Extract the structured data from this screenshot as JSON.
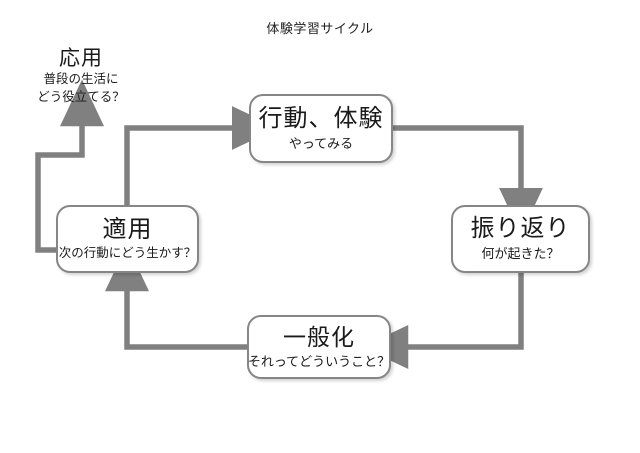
{
  "diagram": {
    "title": "体験学習サイクル",
    "type": "cycle-flowchart",
    "colors": {
      "connector": "#808080",
      "node_border": "#868686",
      "node_fill": "#ffffff",
      "text": "#1a1a1a",
      "background": "#ffffff"
    },
    "nodes": [
      {
        "id": "action",
        "heading": "行動、体験",
        "subtext": "やってみる",
        "boxed": true
      },
      {
        "id": "reflect",
        "heading": "振り返り",
        "subtext": "何が起きた？",
        "boxed": true
      },
      {
        "id": "generalize",
        "heading": "一般化",
        "subtext": "それってどういうこと？",
        "boxed": true
      },
      {
        "id": "apply",
        "heading": "適用",
        "subtext": "次の行動にどう生かす？",
        "boxed": true
      },
      {
        "id": "application",
        "heading": "応用",
        "subtext_line1": "普段の生活に",
        "subtext_line2": "どう役立てる？",
        "boxed": false
      }
    ],
    "connectors": [
      {
        "id": "action-to-reflect",
        "from": "action",
        "to": "reflect",
        "direction": "right-then-down"
      },
      {
        "id": "reflect-to-generalize",
        "from": "reflect",
        "to": "generalize",
        "direction": "down-then-left"
      },
      {
        "id": "generalize-to-apply",
        "from": "generalize",
        "to": "apply",
        "direction": "left-then-up"
      },
      {
        "id": "apply-to-action",
        "from": "apply",
        "to": "action",
        "direction": "up-then-right"
      },
      {
        "id": "apply-to-application",
        "from": "apply",
        "to": "application",
        "direction": "left-then-up"
      }
    ]
  }
}
